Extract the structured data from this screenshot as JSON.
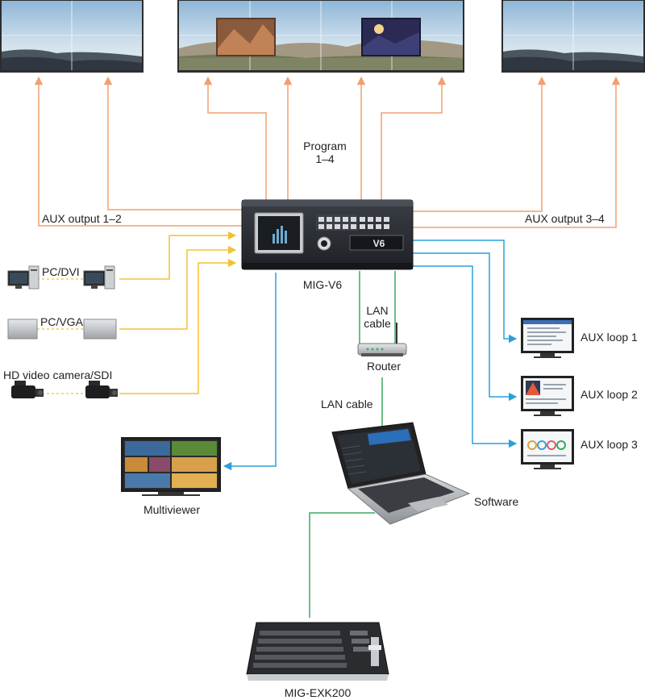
{
  "labels": {
    "program": "Program",
    "program_range": "1–4",
    "aux_output_left": "AUX output 1–2",
    "aux_output_right": "AUX output 3–4",
    "device": "MIG-V6",
    "device_panel": "V6",
    "pc_dvi": "PC/DVI",
    "pc_vga": "PC/VGA",
    "sdi": "HD video camera/SDI",
    "lan_cable_1_a": "LAN",
    "lan_cable_1_b": "cable",
    "router": "Router",
    "lan_cable_2": "LAN cable",
    "aux_loop_1": "AUX loop 1",
    "aux_loop_2": "AUX loop 2",
    "aux_loop_3": "AUX loop 3",
    "multiviewer": "Multiviewer",
    "software": "Software",
    "keyboard": "MIG-EXK200"
  },
  "colors": {
    "orange": "#f0a070",
    "yellow": "#f2c230",
    "blue": "#2aa0d8",
    "green": "#3aa860",
    "device_body": "#2a2d33",
    "screen_frame": "#3a3a3a"
  },
  "icons": [
    "display-wall-icon",
    "computer-icon",
    "camera-icon",
    "monitor-icon",
    "router-icon",
    "laptop-icon",
    "keyboard-icon",
    "arrow-icon"
  ]
}
